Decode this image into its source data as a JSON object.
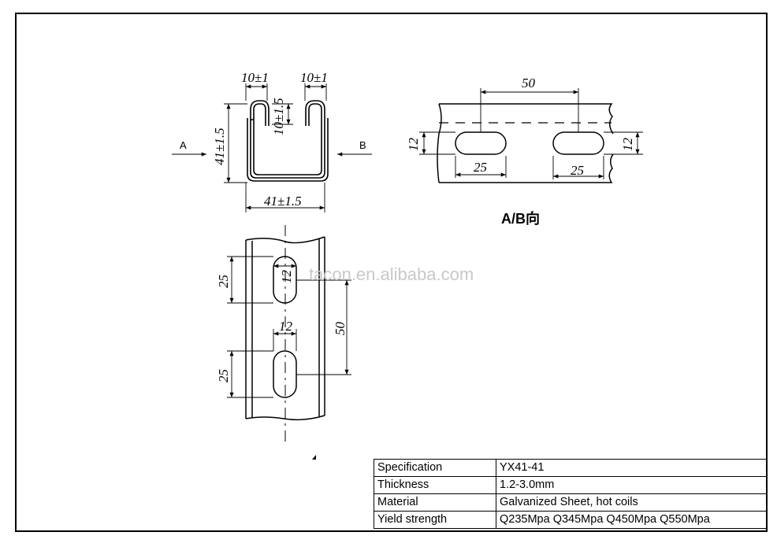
{
  "front_view": {
    "top_left_width": "10±1",
    "top_right_width": "10±1",
    "lip_depth": "10±1.5",
    "height": "41±1.5",
    "width": "41±1.5",
    "arrow_left": "A",
    "arrow_right": "B"
  },
  "side_view": {
    "title": "A/B向",
    "slot_pitch": "50",
    "slot_height_left": "12",
    "slot_height_right": "12",
    "slot_length_left": "25",
    "slot_length_right": "25"
  },
  "top_view": {
    "slot_length_upper": "25",
    "slot_width_upper": "12",
    "slot_width_lower": "12",
    "slot_length_lower": "25",
    "slot_pitch": "50"
  },
  "watermark": "tacon.en.alibaba.com",
  "spec_table": [
    {
      "label": "Specification",
      "value": "YX41-41"
    },
    {
      "label": "Thickness",
      "value": "1.2-3.0mm"
    },
    {
      "label": "Material",
      "value": "Galvanized Sheet, hot coils"
    },
    {
      "label": "Yield strength",
      "value": "Q235Mpa Q345Mpa Q450Mpa Q550Mpa"
    }
  ]
}
